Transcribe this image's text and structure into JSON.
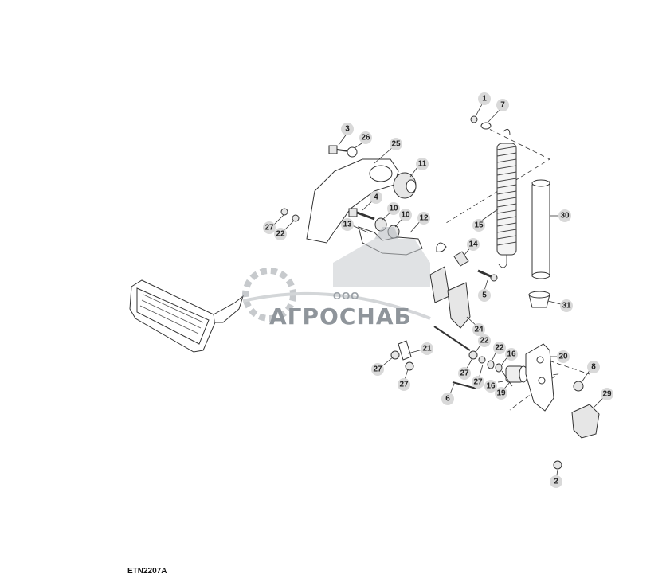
{
  "figure_code": "ETN2207A",
  "watermark": {
    "small": "ООО",
    "big": "АГРОСНАБ"
  },
  "callouts": [
    {
      "id": "c1",
      "label": "1"
    },
    {
      "id": "c7",
      "label": "7"
    },
    {
      "id": "c3",
      "label": "3"
    },
    {
      "id": "c26",
      "label": "26"
    },
    {
      "id": "c25",
      "label": "25"
    },
    {
      "id": "c11",
      "label": "11"
    },
    {
      "id": "c4",
      "label": "4"
    },
    {
      "id": "c10a",
      "label": "10"
    },
    {
      "id": "c10b",
      "label": "10"
    },
    {
      "id": "c12",
      "label": "12"
    },
    {
      "id": "c13",
      "label": "13"
    },
    {
      "id": "c27a",
      "label": "27"
    },
    {
      "id": "c22a",
      "label": "22"
    },
    {
      "id": "c15",
      "label": "15"
    },
    {
      "id": "c30",
      "label": "30"
    },
    {
      "id": "c14",
      "label": "14"
    },
    {
      "id": "c5",
      "label": "5"
    },
    {
      "id": "c31",
      "label": "31"
    },
    {
      "id": "c24",
      "label": "24"
    },
    {
      "id": "c22b",
      "label": "22"
    },
    {
      "id": "c21",
      "label": "21"
    },
    {
      "id": "c22c",
      "label": "22"
    },
    {
      "id": "c16a",
      "label": "16"
    },
    {
      "id": "c20",
      "label": "20"
    },
    {
      "id": "c27b",
      "label": "27"
    },
    {
      "id": "c27c",
      "label": "27"
    },
    {
      "id": "c27d",
      "label": "27"
    },
    {
      "id": "c27e",
      "label": "27"
    },
    {
      "id": "c16b",
      "label": "16"
    },
    {
      "id": "c8",
      "label": "8"
    },
    {
      "id": "c19",
      "label": "19"
    },
    {
      "id": "c6",
      "label": "6"
    },
    {
      "id": "c29",
      "label": "29"
    },
    {
      "id": "c2",
      "label": "2"
    }
  ]
}
